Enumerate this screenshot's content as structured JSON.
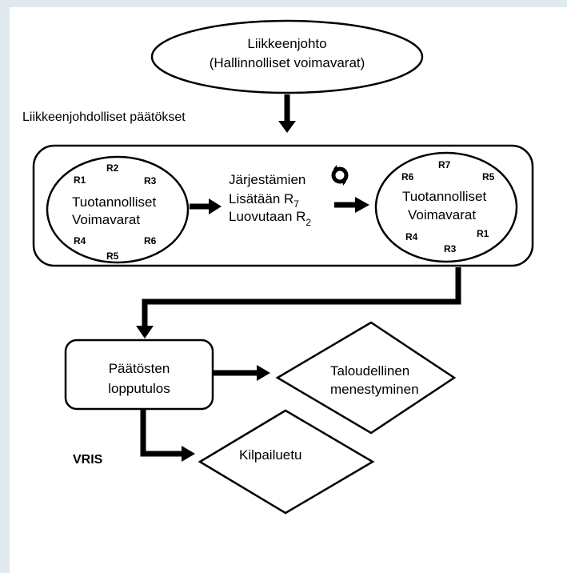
{
  "management": {
    "line1": "Liikkeenjohto",
    "line2": "(Hallinnolliset voimavarat)"
  },
  "decisions_label": "Liikkeenjohdolliset päätökset",
  "left_resources": {
    "line1": "Tuotannolliset",
    "line2": "Voimavarat",
    "items": [
      "R1",
      "R2",
      "R3",
      "R4",
      "R5",
      "R6"
    ]
  },
  "middle": {
    "line1": "Järjestämien",
    "line2": "Lisätään R",
    "line2_sub": "7",
    "line3": "Luovutaan R",
    "line3_sub": "2"
  },
  "right_resources": {
    "line1": "Tuotannolliset",
    "line2": "Voimavarat",
    "items": [
      "R6",
      "R7",
      "R5",
      "R4",
      "R1",
      "R3"
    ]
  },
  "outcome": {
    "line1": "Päätösten",
    "line2": "lopputulos"
  },
  "financial": {
    "line1": "Taloudellinen",
    "line2": "menestyminen"
  },
  "vris_label": "VRIS",
  "competitive": "Kilpailuetu",
  "colors": {
    "frame": "#dfe9ee",
    "stroke": "#000000"
  },
  "icons": [
    "cycle-arrows-icon"
  ]
}
